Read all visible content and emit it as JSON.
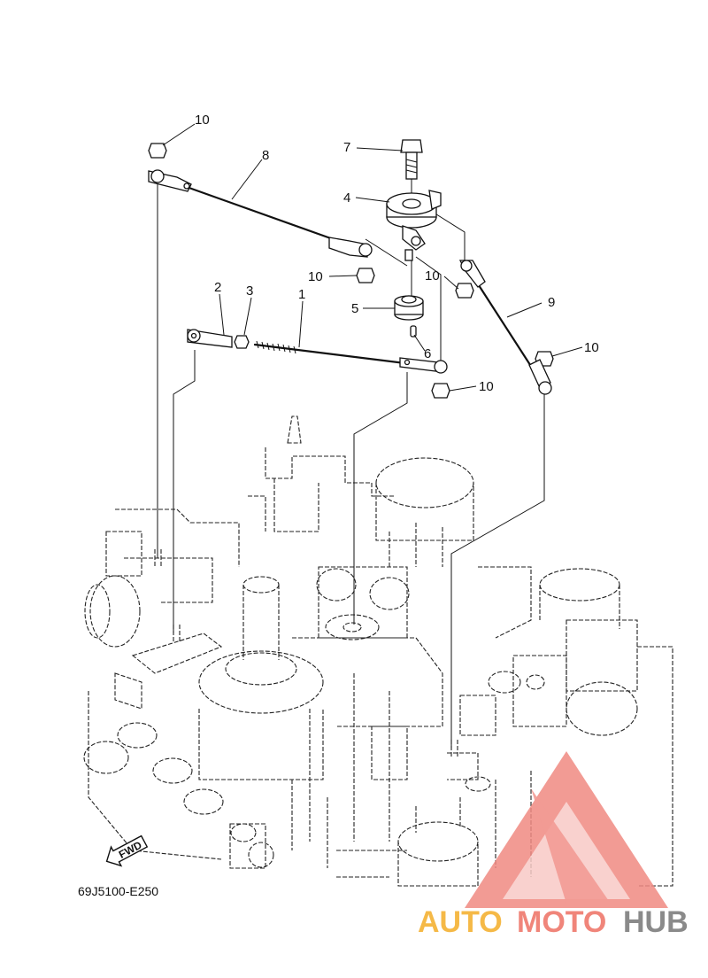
{
  "diagram": {
    "callouts": {
      "c1": "1",
      "c2": "2",
      "c3": "3",
      "c4": "4",
      "c5": "5",
      "c6": "6",
      "c7": "7",
      "c8": "8",
      "c9": "9",
      "c10a": "10",
      "c10b": "10",
      "c10c": "10",
      "c10d": "10",
      "c10e": "10"
    },
    "diagram_code": "69J5100-E250",
    "fwd_label": "FWD"
  },
  "watermark": {
    "part1": "AUTO",
    "part2": "MOTO",
    "part3": "HUB",
    "colors": {
      "part1": "#f5b947",
      "part2": "#f0857a",
      "part3": "#8a8a8a",
      "logo": "#f08a82"
    }
  }
}
